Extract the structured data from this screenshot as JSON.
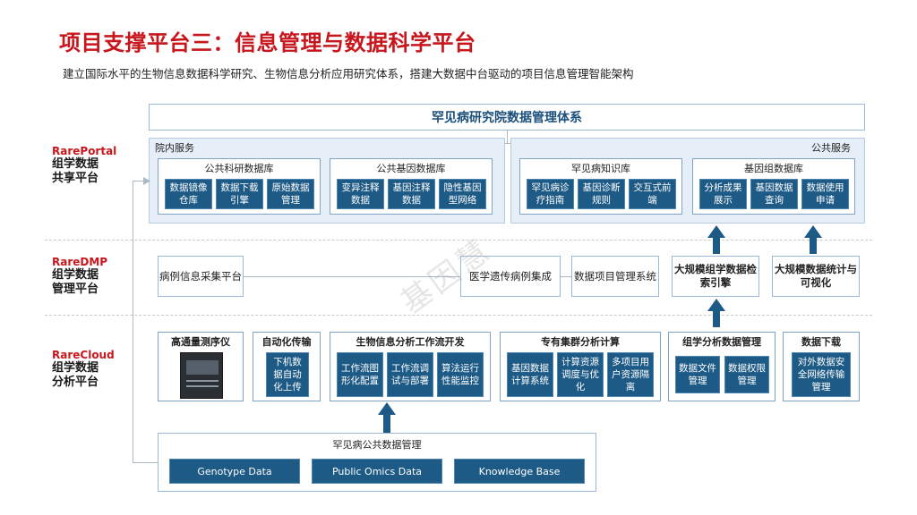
{
  "title": "项目支撑平台三：信息管理与数据科学平台",
  "subtitle": "建立国际水平的生物信息数据科学研究、生物信息分析应用研究体系，搭建大数据中台驱动的项目信息管理智能架构",
  "top_banner": "罕见病研究院数据管理体系",
  "watermark": "基因慧",
  "tiers": [
    {
      "en": "RarePortal",
      "zh_line1": "组学数据",
      "zh_line2": "共享平台"
    },
    {
      "en": "RareDMP",
      "zh_line1": "组学数据",
      "zh_line2": "管理平台"
    },
    {
      "en": "RareCloud",
      "zh_line1": "组学数据",
      "zh_line2": "分析平台"
    }
  ],
  "portal": {
    "left_label": "院内服务",
    "right_label": "公共服务",
    "panels": [
      {
        "title": "公共科研数据库",
        "tiles": [
          "数据镜像仓库",
          "数据下载引擎",
          "原始数据管理"
        ]
      },
      {
        "title": "公共基因数据库",
        "tiles": [
          "变异注释数据",
          "基因注释数据",
          "隐性基因型网络"
        ]
      },
      {
        "title": "罕见病知识库",
        "tiles": [
          "罕见病诊疗指南",
          "基因诊断规则",
          "交互式前端"
        ]
      },
      {
        "title": "基因组数据库",
        "tiles": [
          "分析成果展示",
          "基因数据查询",
          "数据使用申请"
        ]
      }
    ]
  },
  "dmp": {
    "boxes": [
      "病例信息采集平台",
      "医学遗传病例集成",
      "数据项目管理系统",
      "大规模组学数据检索引擎",
      "大规模数据统计与可视化"
    ]
  },
  "cloud": {
    "sequencer": "高通量测序仪",
    "auto_transfer": {
      "title": "自动化传输",
      "tile": "下机数据自动化上传"
    },
    "panels": [
      {
        "title": "生物信息分析工作流开发",
        "tiles": [
          "工作流图形化配置",
          "工作流调试与部署",
          "算法运行性能监控"
        ]
      },
      {
        "title": "专有集群分析计算",
        "tiles": [
          "基因数据计算系统",
          "计算资源调度与优化",
          "多项目用户资源隔离"
        ]
      },
      {
        "title": "组学分析数据管理",
        "tiles": [
          "数据文件管理",
          "数据权限管理"
        ]
      },
      {
        "title": "数据下载",
        "tiles": [
          "对外数据安全网络传输管理"
        ]
      }
    ]
  },
  "bottom": {
    "title": "罕见病公共数据管理",
    "tiles": [
      "Genotype Data",
      "Public Omics Data",
      "Knowledge Base"
    ]
  },
  "colors": {
    "accent_red": "#c8161d",
    "tile_blue": "#1d5a86",
    "region_bg": "#e6eef7"
  }
}
